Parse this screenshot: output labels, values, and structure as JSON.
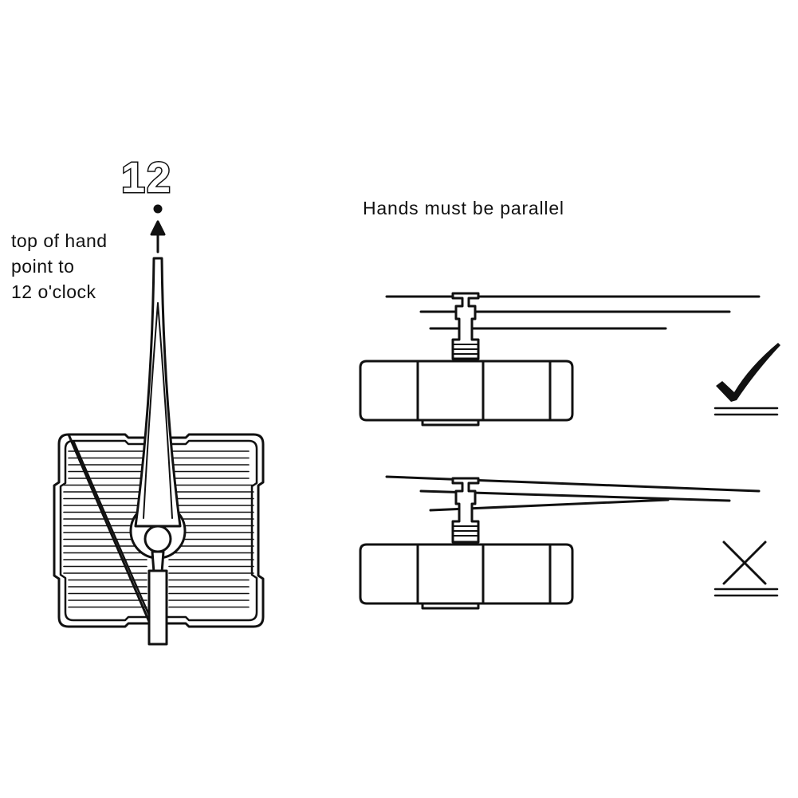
{
  "front_view": {
    "twelve_label": "12",
    "instruction_lines": [
      "top of hand",
      "point to",
      "12 o'clock"
    ]
  },
  "side_view": {
    "title": "Hands must be parallel",
    "correct_example": {
      "mark_icon": "check-mark-icon"
    },
    "incorrect_example": {
      "mark_icon": "x-mark-icon"
    }
  },
  "colors": {
    "ink": "#111111",
    "background": "#ffffff"
  }
}
